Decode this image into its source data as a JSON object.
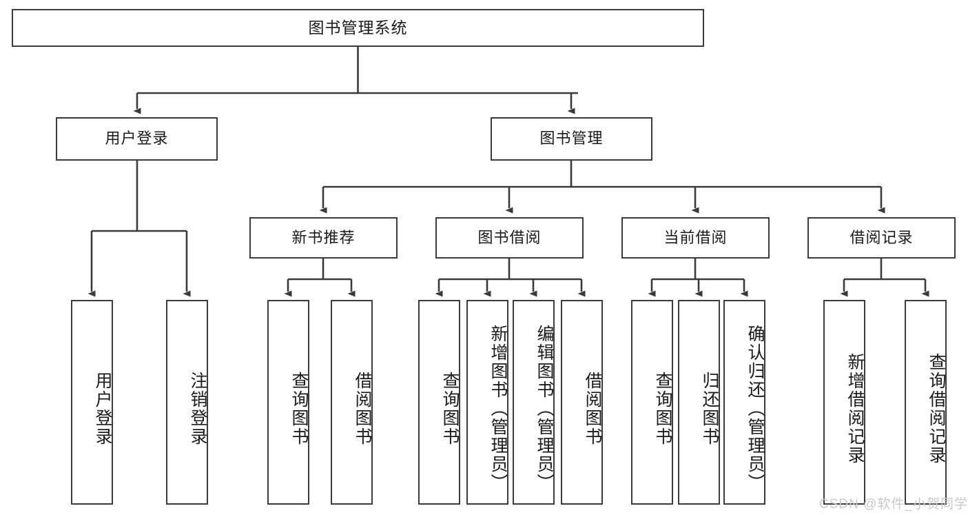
{
  "diagram": {
    "title": "图书管理系统",
    "watermark": "CSDN @软件_小贺同学",
    "line_color": "#3a3a3a",
    "box_border_color": "#3a3a3a",
    "background": "#ffffff",
    "text_color": "#1a1a1a"
  },
  "nodes": {
    "root": {
      "label": "图书管理系统"
    },
    "level2": [
      {
        "label": "用户登录"
      },
      {
        "label": "图书管理"
      }
    ],
    "level3": [
      {
        "label": "新书推荐"
      },
      {
        "label": "图书借阅"
      },
      {
        "label": "当前借阅"
      },
      {
        "label": "借阅记录"
      }
    ],
    "leaves": {
      "user_login": [
        {
          "label": "用户登录"
        },
        {
          "label": "注销登录"
        }
      ],
      "new_book": [
        {
          "label": "查询图书"
        },
        {
          "label": "借阅图书"
        }
      ],
      "book_borrow": [
        {
          "label": "查询图书"
        },
        {
          "label": "新增图书（管理员）"
        },
        {
          "label": "编辑图书（管理员）"
        },
        {
          "label": "借阅图书"
        }
      ],
      "current_borrow": [
        {
          "label": "查询图书"
        },
        {
          "label": "归还图书"
        },
        {
          "label": "确认归还（管理员）"
        }
      ],
      "borrow_record": [
        {
          "label": "新增借阅记录"
        },
        {
          "label": "查询借阅记录"
        }
      ]
    }
  }
}
